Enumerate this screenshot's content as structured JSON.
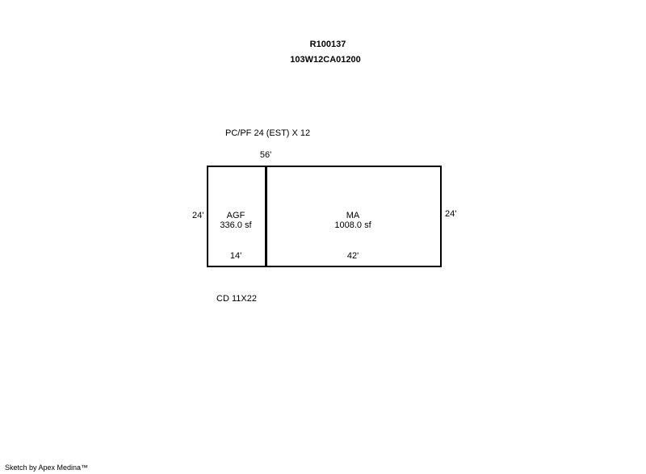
{
  "header": {
    "parcel_id": "R100137",
    "map_id": "103W12CA01200"
  },
  "annotations": {
    "porch": "PC/PF 24 (EST) X 12",
    "deck": "CD 11X22"
  },
  "dimensions": {
    "top_width": "56'",
    "left_height": "24'",
    "right_height": "24'",
    "agf_width": "14'",
    "ma_width": "42'"
  },
  "rooms": [
    {
      "code": "AGF",
      "area": "336.0 sf"
    },
    {
      "code": "MA",
      "area": "1008.0 sf"
    }
  ],
  "footer": {
    "credit": "Sketch by Apex Medina™"
  }
}
